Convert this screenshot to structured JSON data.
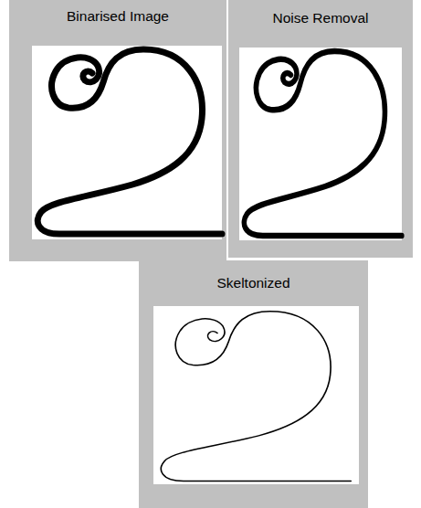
{
  "diagram": {
    "nodes": [
      {
        "text": [
          "Binarised Image"
        ]
      },
      {
        "text": [
          "Noise Removal"
        ]
      },
      {
        "text": [
          "Skeltonized"
        ]
      }
    ]
  }
}
